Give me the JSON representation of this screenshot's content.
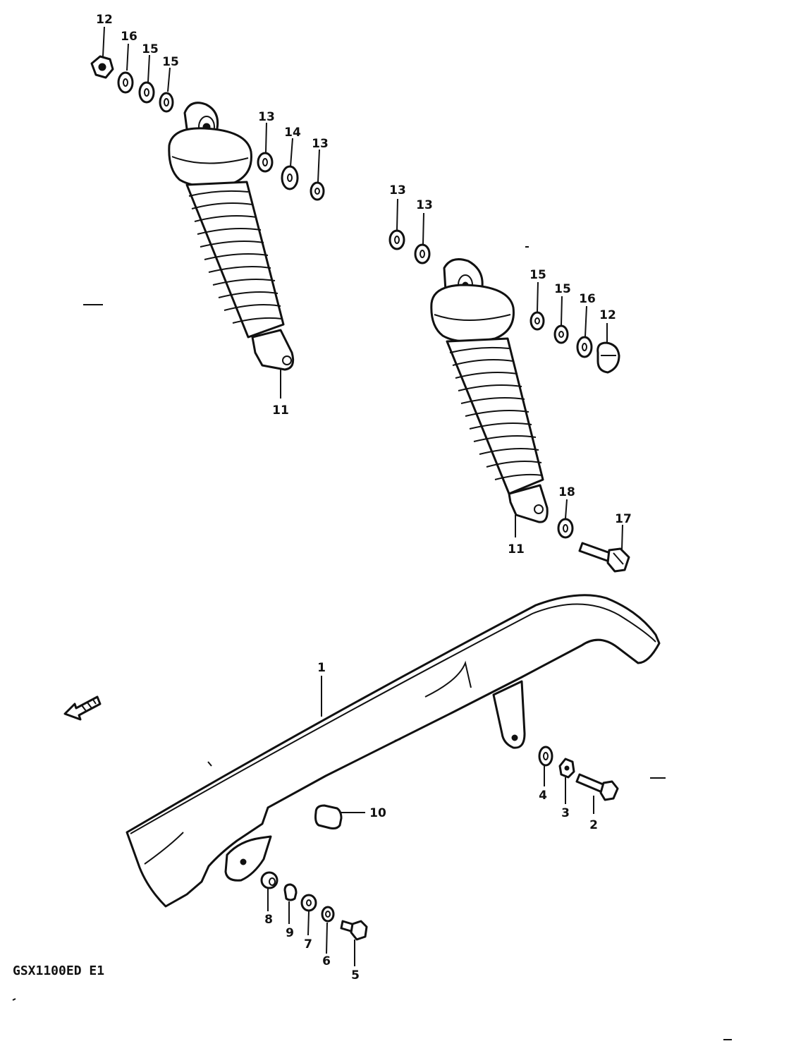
{
  "model_code": "GSX1100ED E1",
  "callouts": {
    "c1": "1",
    "c2": "2",
    "c3": "3",
    "c4": "4",
    "c5": "5",
    "c6": "6",
    "c7": "7",
    "c8": "8",
    "c9": "9",
    "c10": "10",
    "c11a": "11",
    "c11b": "11",
    "c12a": "12",
    "c12b": "12",
    "c13a": "13",
    "c13b": "13",
    "c13c": "13",
    "c13d": "13",
    "c14": "14",
    "c15a": "15",
    "c15b": "15",
    "c15c": "15",
    "c15d": "15",
    "c16a": "16",
    "c16b": "16",
    "c17": "17",
    "c18": "18"
  },
  "icons": {
    "front_arrow": "front-direction-arrow-icon"
  },
  "colors": {
    "ink": "#111111",
    "paper": "#ffffff"
  }
}
